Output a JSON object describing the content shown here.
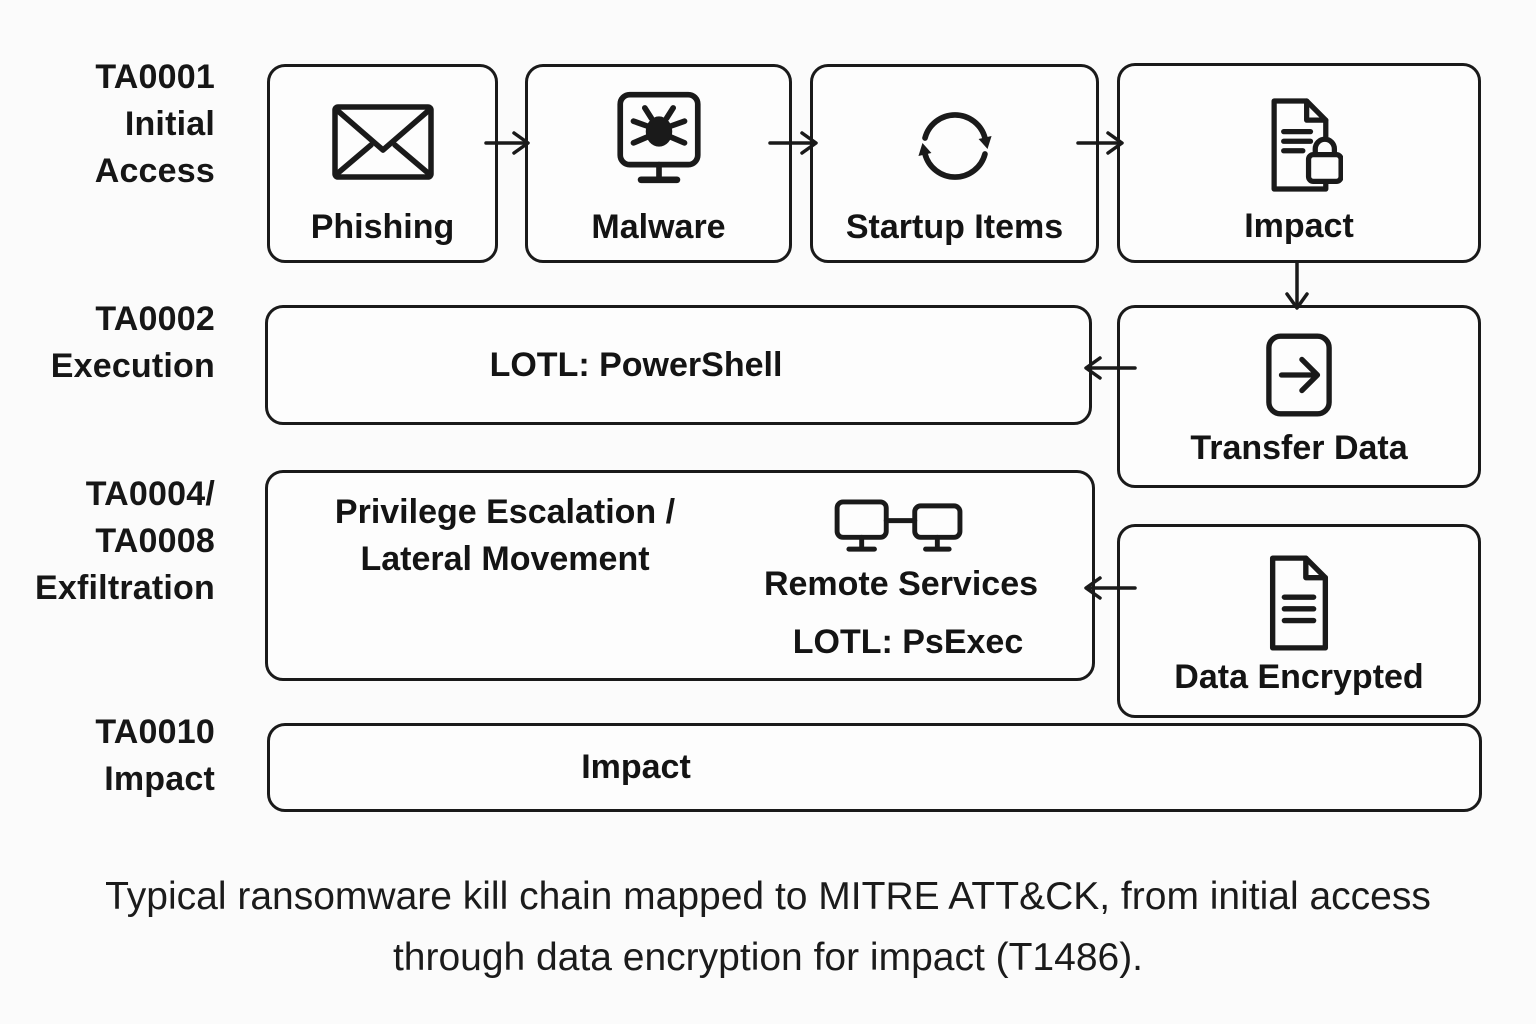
{
  "diagram": {
    "row_labels": [
      {
        "lines": [
          "TA0001",
          "Initial",
          "Access"
        ]
      },
      {
        "lines": [
          "TA0002",
          "Execution"
        ]
      },
      {
        "lines": [
          "TA0004/",
          "TA0008",
          "Exfiltration"
        ]
      },
      {
        "lines": [
          "TA0010",
          "Impact"
        ]
      }
    ],
    "nodes": {
      "phishing": {
        "label": "Phishing",
        "icon": "envelope-icon"
      },
      "malware": {
        "label": "Malware",
        "icon": "computer-bug-icon"
      },
      "startup_items": {
        "label": "Startup Items",
        "icon": "refresh-cycle-icon"
      },
      "impact_top": {
        "label": "Impact",
        "icon": "document-lock-icon"
      },
      "lotl_powershell": {
        "label": "LOTL: PowerShell"
      },
      "transfer_data": {
        "label": "Transfer Data",
        "icon": "export-arrow-icon"
      },
      "privilege": {
        "line1": "Privilege Escalation /",
        "line2": "Lateral Movement"
      },
      "remote_services": {
        "label": "Remote Services",
        "sublabel": "LOTL: PsExec",
        "icon": "networked-computers-icon"
      },
      "data_encrypted": {
        "label": "Data Encrypted",
        "icon": "document-icon"
      },
      "impact_bottom": {
        "label": "Impact"
      }
    },
    "caption": {
      "line1": "Typical ransomware kill chain mapped to MITRE ATT&CK, from initial access",
      "line2": "through data encryption for impact (T1486)."
    },
    "colors": {
      "ink": "#1a1a1a",
      "background": "#fbfbfb"
    }
  }
}
